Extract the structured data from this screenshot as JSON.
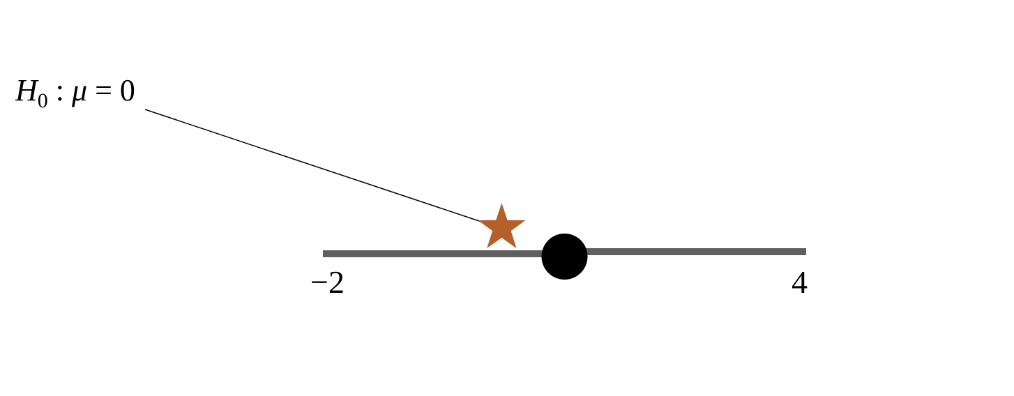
{
  "annotation": {
    "var": "H",
    "sub": "0",
    "rest_sep": " : ",
    "mu": "μ",
    "eq": " = 0"
  },
  "axis": {
    "min": -2,
    "max": 4,
    "min_label": "−2",
    "max_label": "4"
  },
  "points": {
    "star": {
      "value": 0.22,
      "color": "#b5602b"
    },
    "circle": {
      "value": 1.0,
      "color": "#000000"
    }
  },
  "line_color": "#5f5f5f"
}
